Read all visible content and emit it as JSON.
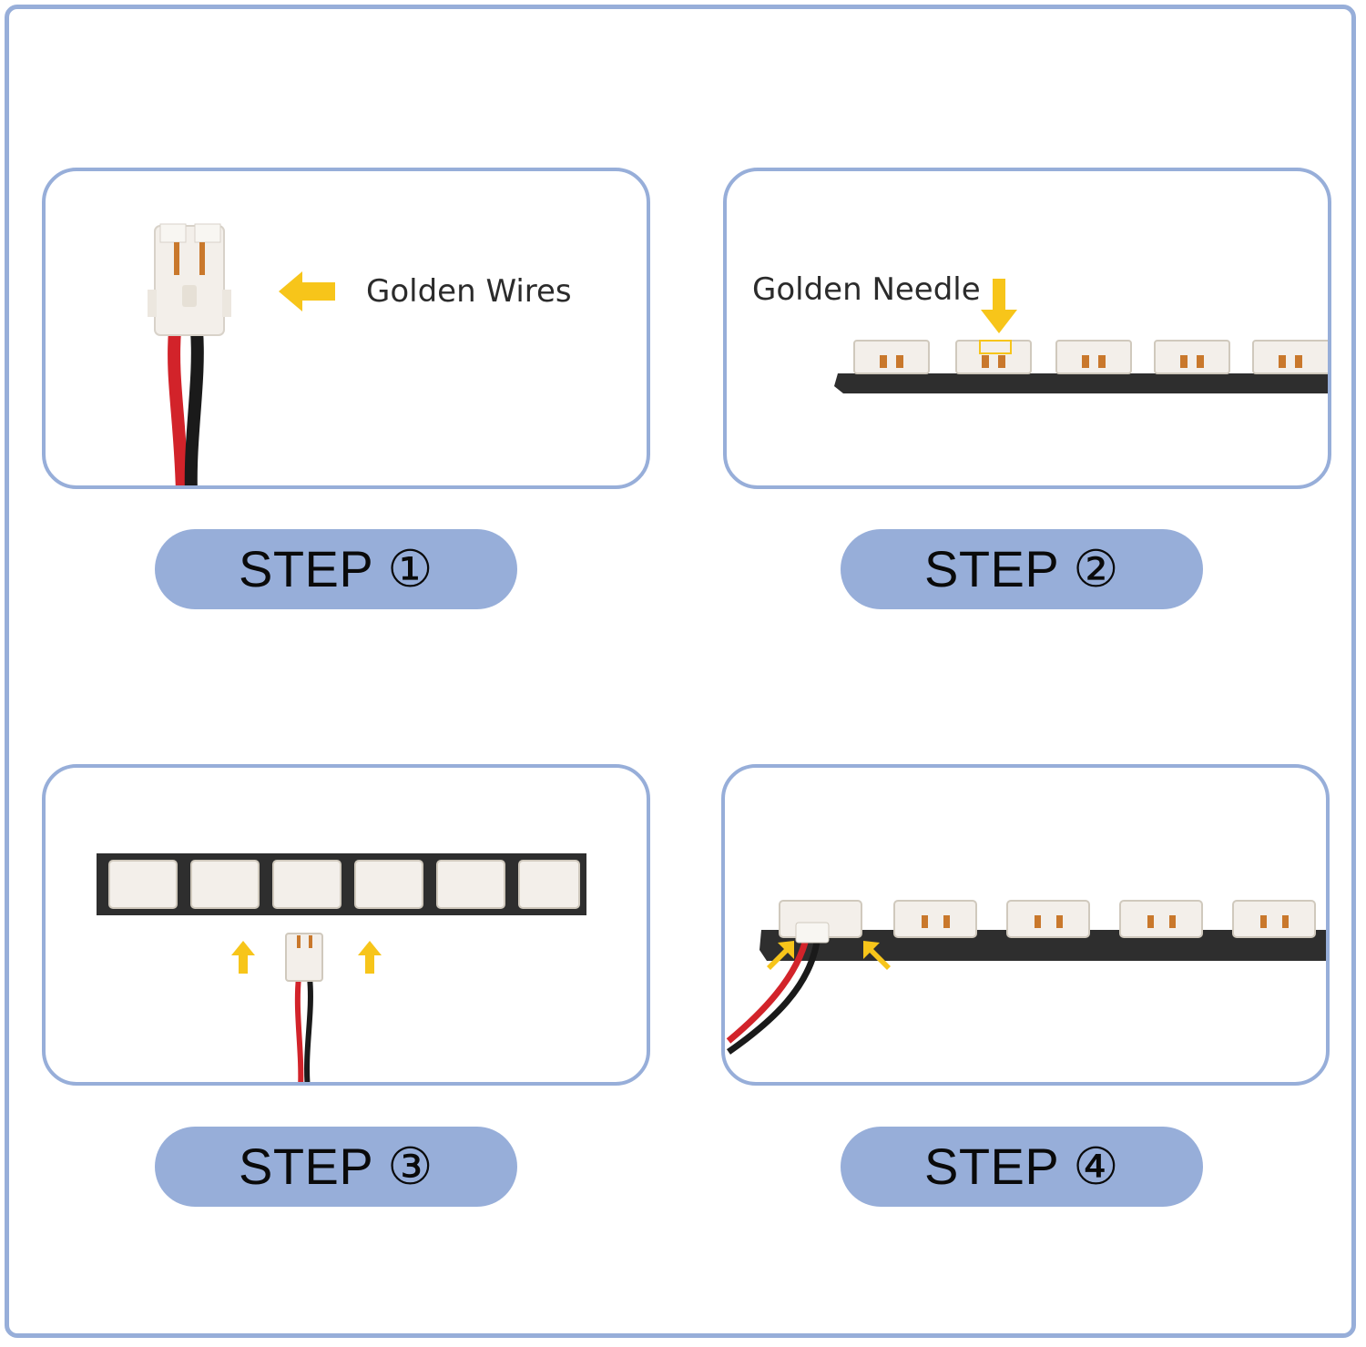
{
  "colors": {
    "accent": "#97aed9",
    "arrow": "#f7c51a",
    "wire_red": "#d2232a",
    "wire_black": "#1a1a1a",
    "board": "#2e2e2e",
    "connector": "#f3efea"
  },
  "steps": [
    {
      "label": "STEP ①",
      "callout": "Golden Wires"
    },
    {
      "label": "STEP ②",
      "callout": "Golden Needle"
    },
    {
      "label": "STEP ③"
    },
    {
      "label": "STEP ④"
    }
  ]
}
